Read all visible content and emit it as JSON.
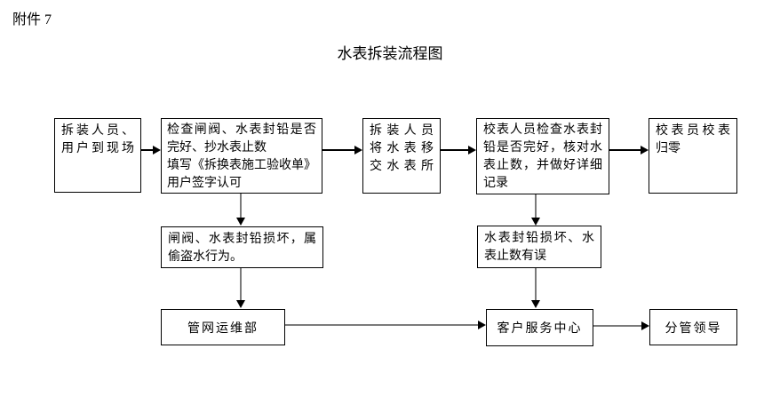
{
  "page": {
    "attachment_label": "附件 7",
    "title": "水表拆装流程图"
  },
  "colors": {
    "background": "#ffffff",
    "text": "#000000",
    "box_border": "#000000",
    "short_arrow": "#000000",
    "connector_gray": "#7a7a7a",
    "arrowhead": "#000000"
  },
  "nodes": {
    "crew_arrive": {
      "lines": [
        "拆装人员、",
        "用户到现场"
      ]
    },
    "check_seal": {
      "lines": [
        "检查闸阀、水表封铅是否",
        "完好、抄水表止数",
        "填写《拆换表施工验收单》",
        "用户签字认可"
      ]
    },
    "transfer_meter": {
      "lines": [
        "拆装人员",
        "将水表移",
        "交水表所"
      ]
    },
    "verify_record": {
      "lines": [
        "校表人员检查水表封",
        "铅是否完好，核对水",
        "表止数，并做好详细",
        "记录"
      ]
    },
    "reset_meter": {
      "lines": [
        "校表员校表",
        "归零"
      ]
    },
    "seal_damage_theft": {
      "lines": [
        "闸阀、水表封铅损坏，属",
        "偷盗水行为。"
      ]
    },
    "seal_damage_error": {
      "lines": [
        "水表封铅损坏、水",
        "表止数有误"
      ]
    },
    "pipeline_dept": {
      "label": "管网运维部"
    },
    "service_center": {
      "label": "客户服务中心"
    },
    "leader": {
      "label": "分管领导"
    }
  }
}
